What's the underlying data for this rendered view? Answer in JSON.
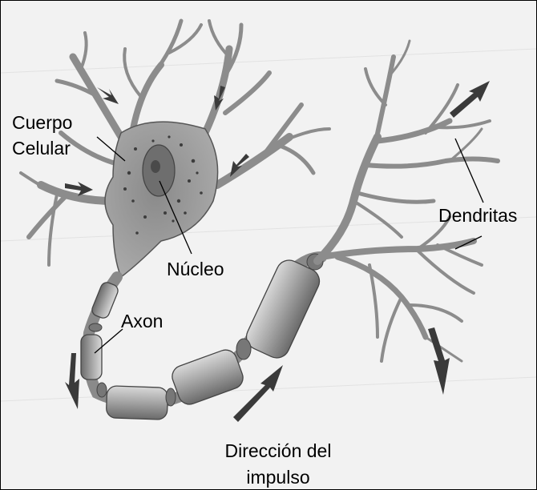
{
  "labels": {
    "cuerpo_celular": "Cuerpo Celular",
    "nucleo": "Núcleo",
    "axon": "Axon",
    "dendritas": "Dendritas",
    "direccion_impulso": "Dirección del impulso"
  },
  "colors": {
    "background": "#f2f2f2",
    "soma_fill": "#9a9a9a",
    "nucleus_fill": "#6e6e6e",
    "myelin_fill": "#a8a8a8",
    "arrow_fill": "#3a3a3a",
    "outline": "#333333"
  },
  "icons": {
    "direction_arrow": "arrow-icon"
  }
}
